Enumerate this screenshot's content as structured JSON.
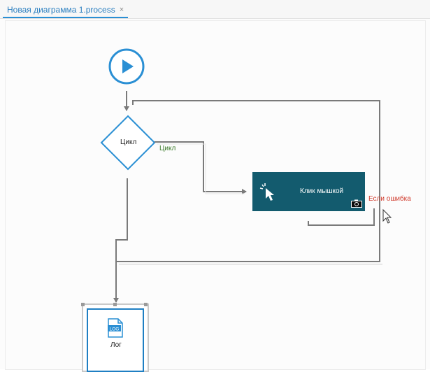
{
  "tab": {
    "title": "Новая диаграмма 1.process",
    "close": "×"
  },
  "nodes": {
    "loop": {
      "label": "Цикл",
      "output_label": "Цикл"
    },
    "click_action": {
      "label": "Клик мышкой",
      "error_label": "Если ошибка"
    },
    "log": {
      "label": "Лог",
      "icon_text": "LOG"
    }
  },
  "colors": {
    "accent": "#2a8fd4",
    "action_bg": "#135b6e",
    "loop_output": "#3a7a28",
    "error": "#d0392b",
    "connector": "#808080"
  }
}
